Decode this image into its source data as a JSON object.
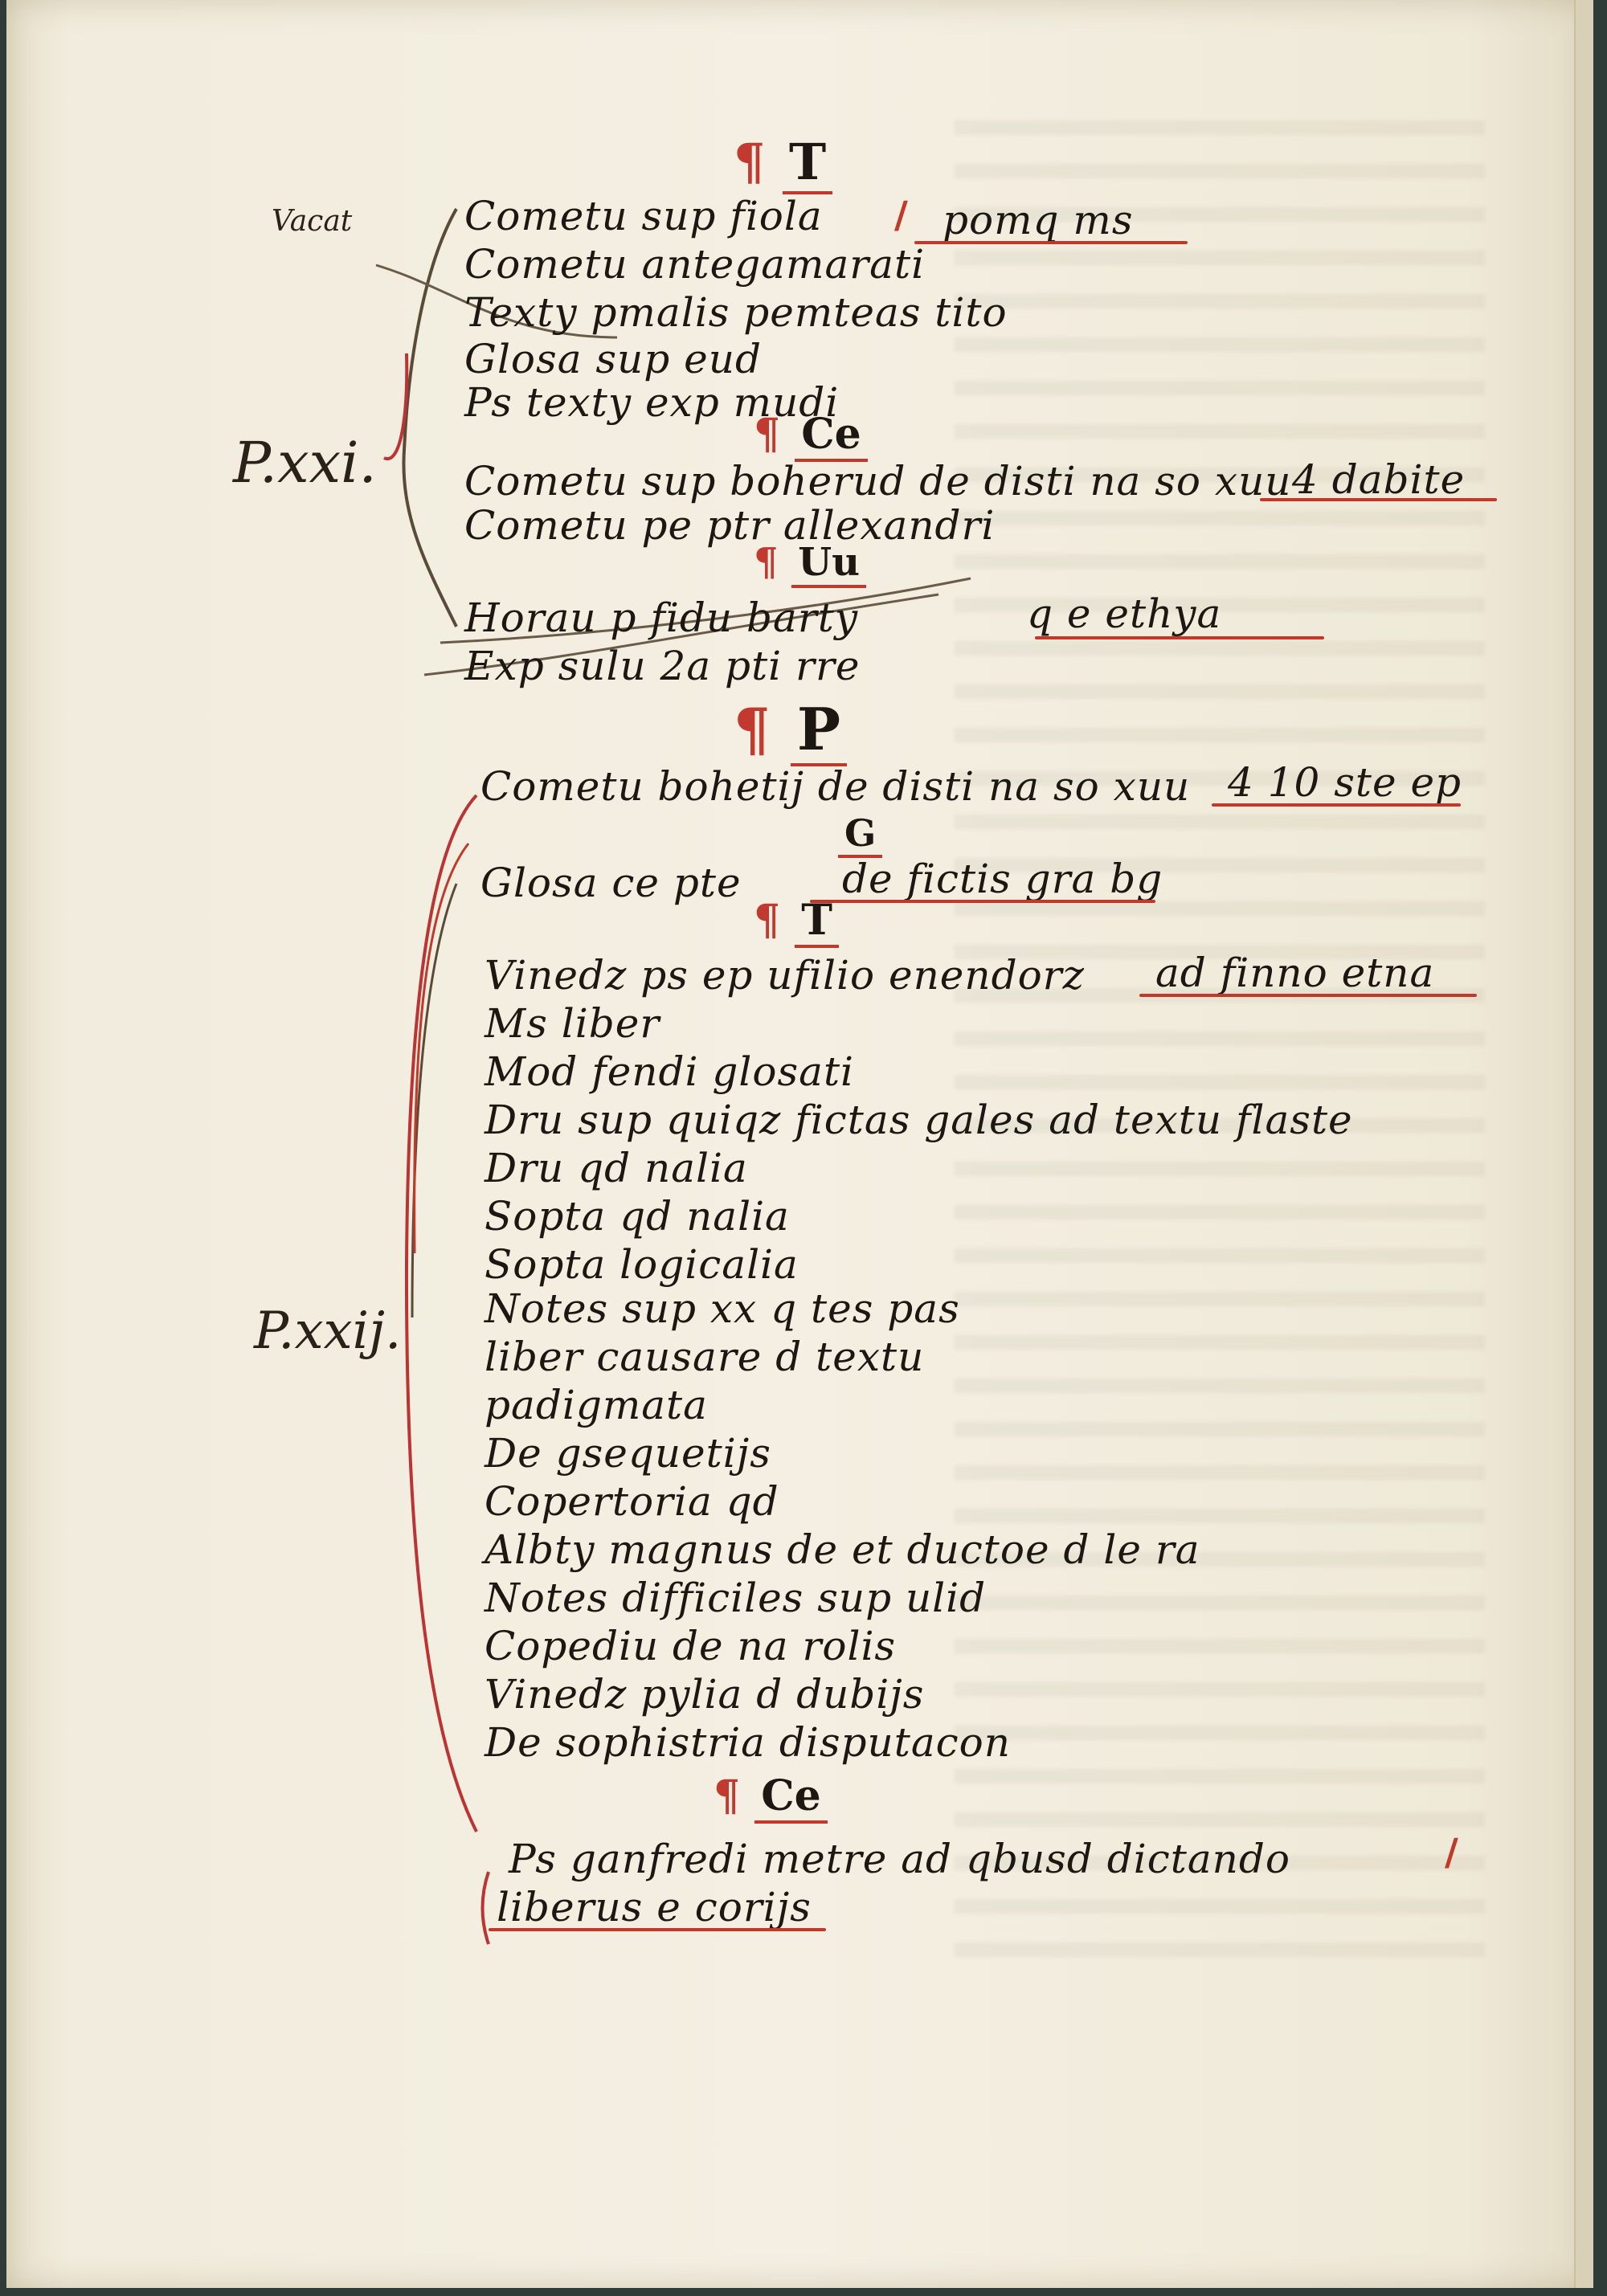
{
  "sections": {
    "s1": {
      "heading": "T",
      "lines": [
        "Cometu sup fiola",
        "Cometu antegamarati",
        "Texty pmalis pemteas tito",
        "Glosa sup eud",
        "Ps texty exp mudi"
      ],
      "note_first": "pomq ms"
    },
    "s2": {
      "heading": "Ce",
      "lines": [
        "Cometu sup boherud de disti na so xuu",
        "Cometu pe ptr allexandri"
      ],
      "note_first": "4 dabite"
    },
    "s3": {
      "heading": "Uu",
      "lines": [
        "Horau p fidu barty",
        "Exp sulu 2a pti rre"
      ],
      "note_first": "q e ethya"
    },
    "s4": {
      "heading": "P",
      "lines": [
        "Cometu bohetij de disti na so xuu"
      ],
      "note_first": "4 10 ste ep"
    },
    "s5": {
      "heading": "G",
      "lines": [
        "Glosa ce pte"
      ],
      "note_first": "de fictis gra bg"
    },
    "s6": {
      "heading": "T",
      "lines": [
        "Vinedz ps ep ufilio enendorz",
        "Ms liber",
        "Mod fendi glosati",
        "Dru sup quiqz fictas gales ad textu flaste",
        "Dru qd nalia",
        "Sopta qd nalia",
        "Sopta logicalia",
        "Notes sup xx q tes pas",
        "liber causare d textu",
        "padigmata",
        "De gsequetijs",
        "Copertoria qd",
        "Albty magnus de et ductoe d le ra",
        "Notes difficiles sup ulid",
        "Copediu de na rolis",
        "Vinedz pylia d dubijs",
        "De sophistria disputacon"
      ],
      "note_first": "ad finno etna"
    },
    "s7": {
      "heading": "Ce",
      "lines": [
        "Ps ganfredi metre ad qbusd dictando",
        "liberus e corijs"
      ]
    }
  },
  "margin": {
    "vacat": "Vacat",
    "p21": "P.xxi.",
    "p22": "P.xxij."
  },
  "colors": {
    "ink": "#1c1712",
    "rubric": "#c0392b",
    "parchment": "#f4efe2"
  }
}
